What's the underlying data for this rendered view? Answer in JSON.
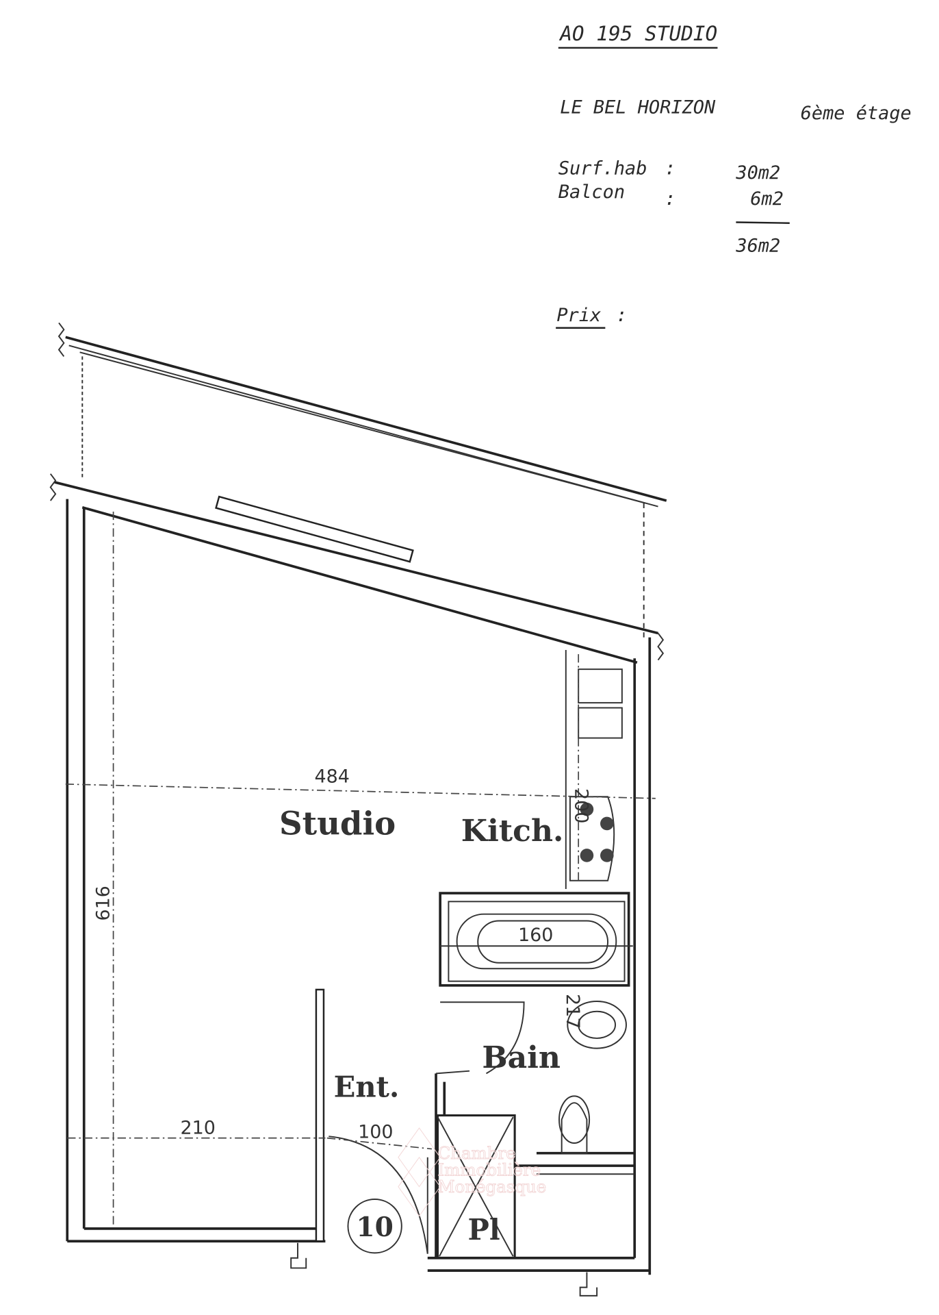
{
  "header": {
    "title": "AO 195 STUDIO",
    "building": "LE BEL HORIZON",
    "floor": "6ème étage",
    "surfaces": [
      {
        "label": "Surf.hab",
        "sep": ":",
        "value": "30m2"
      },
      {
        "label": "Balcon",
        "sep": ":",
        "value": "6m2"
      }
    ],
    "total": "36m2",
    "price_label": "Prix",
    "price_sep": ":"
  },
  "plan": {
    "rooms": {
      "studio": "Studio",
      "kitchen": "Kitch.",
      "bath": "Bain",
      "entry": "Ent.",
      "closet": "Pl"
    },
    "dimensions": {
      "width": "484",
      "depth": "616",
      "kitchen_len": "200",
      "bathtub": "160",
      "bath_len": "217",
      "entry_left": "210",
      "door": "100"
    },
    "unit_number": "10"
  },
  "watermark": [
    "Chambre",
    "Immobilière",
    "Monégasque"
  ]
}
